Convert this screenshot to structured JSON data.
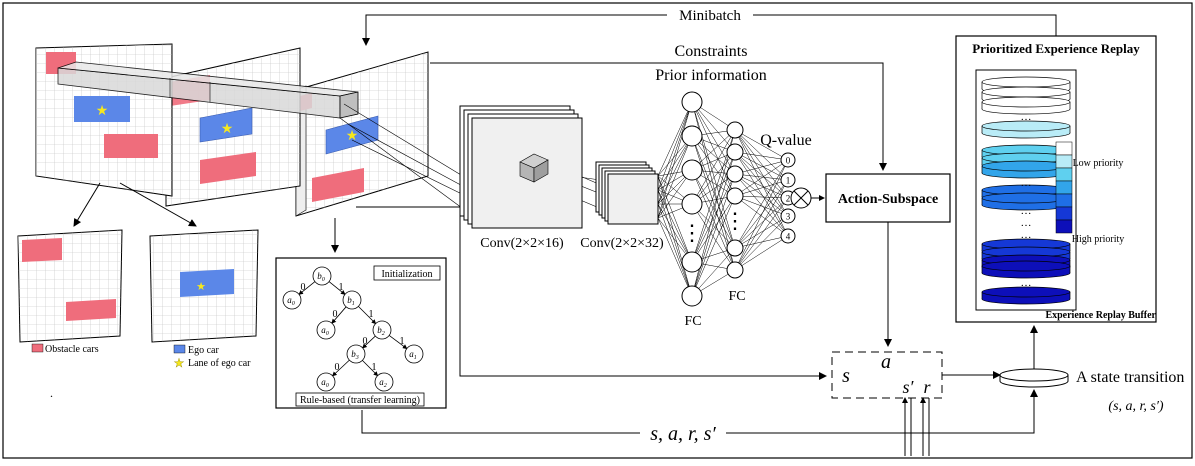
{
  "labels": {
    "minibatch": "Minibatch",
    "constraints": "Constraints",
    "prior_information": "Prior information",
    "q_value": "Q-value",
    "conv1": "Conv(2×2×16)",
    "conv2": "Conv(2×2×32)",
    "fc1": "FC",
    "fc2": "FC",
    "action_subspace": "Action-Subspace",
    "per_title": "Prioritized Experience Replay",
    "low_priority": "Low priority",
    "high_priority": "High priority",
    "buffer": "Experience Replay Buffer",
    "state_transition": "A state transition",
    "state_tuple": "(s, a, r, s′)",
    "sars": "s, a, r, s′",
    "obstacle_cars": "Obstacle cars",
    "ego_car": "Ego car",
    "lane_of_ego": "Lane of ego car",
    "initialization": "Initialization",
    "rule_based": "Rule-based (transfer learning)",
    "s": "s",
    "a": "a",
    "s_prime": "s′",
    "r": "r",
    "ellipsis": "…",
    "dot": "."
  },
  "q_outputs": [
    "0",
    "1",
    "2",
    "3",
    "4"
  ],
  "tree": {
    "nodes": [
      "b0",
      "a0",
      "b1",
      "a0",
      "b2",
      "b3",
      "a1",
      "a0",
      "a2"
    ],
    "edge_labels": [
      "0",
      "1"
    ]
  },
  "colors": {
    "obstacle": "#ef6d7c",
    "ego": "#5b87e8",
    "star": "#f6e81e",
    "feature": "#cfcfcf"
  },
  "priority_colors": [
    "#ffffff",
    "#b9ecf7",
    "#5fd0ef",
    "#32a5ea",
    "#1f6fe6",
    "#1538d6",
    "#0d0fb9"
  ]
}
